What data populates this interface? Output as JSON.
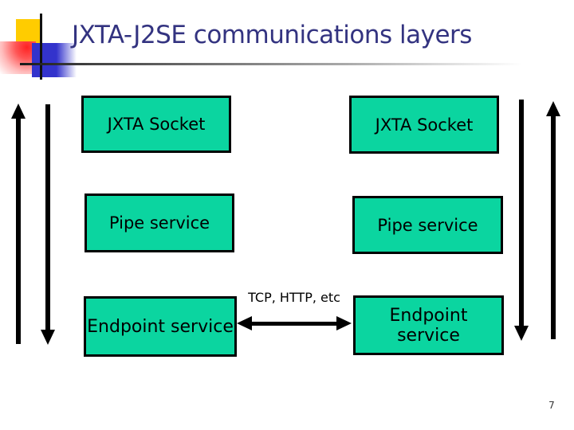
{
  "slide": {
    "title": "JXTA-J2SE communications layers",
    "page_number": "7"
  },
  "diagram": {
    "left_boxes": [
      "JXTA Socket",
      "Pipe service",
      "Endpoint service"
    ],
    "right_boxes": [
      "JXTA Socket",
      "Pipe service",
      "Endpoint service"
    ],
    "transport_label": "TCP, HTTP, etc"
  },
  "colors": {
    "box_fill": "#0BD5A0",
    "box_border": "#000000",
    "title_text": "#333380",
    "arrow": "#000000",
    "ornament_yellow": "#FFCC00",
    "ornament_blue": "#3333CC",
    "ornament_red": "#FF2222"
  }
}
